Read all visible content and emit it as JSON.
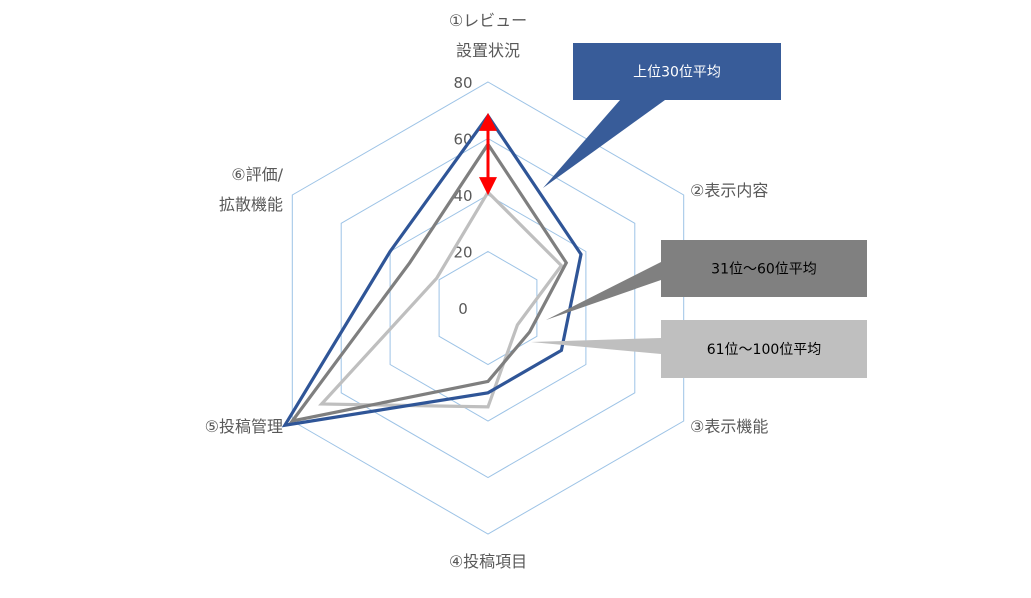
{
  "chart_data": {
    "type": "radar",
    "axes": [
      [
        "①レビュー",
        "設置状況"
      ],
      [
        "②表示内容"
      ],
      [
        "③表示機能"
      ],
      [
        "④投稿項目"
      ],
      [
        "⑤投稿管理"
      ],
      [
        "⑥評価/",
        "拡散機能"
      ]
    ],
    "rlim": [
      0,
      80
    ],
    "ticks": [
      0,
      20,
      40,
      60,
      80
    ],
    "series": [
      {
        "name": "上位30位平均",
        "values": [
          68,
          38,
          30,
          30,
          83,
          40
        ],
        "color": "#2F5597"
      },
      {
        "name": "31位～60位平均",
        "values": [
          58,
          32,
          17,
          26,
          80,
          32
        ],
        "color": "#7F7F7F"
      },
      {
        "name": "61位～100位平均",
        "values": [
          41,
          30,
          12,
          35,
          68,
          21
        ],
        "color": "#BFBFBF"
      }
    ],
    "annotation": {
      "type": "double-arrow",
      "axis": 0,
      "from": 41,
      "to": 68,
      "color": "#FF0000"
    }
  },
  "callouts": [
    {
      "text": "上位30位平均",
      "bg": "#385C99",
      "fg": "#FFFFFF"
    },
    {
      "text": "31位～60位平均",
      "bg": "#808080",
      "fg": "#000000"
    },
    {
      "text": "61位～100位平均",
      "bg": "#BFBFBF",
      "fg": "#000000"
    }
  ],
  "colors": {
    "grid": "#9DC3E6",
    "text": "#595959"
  }
}
